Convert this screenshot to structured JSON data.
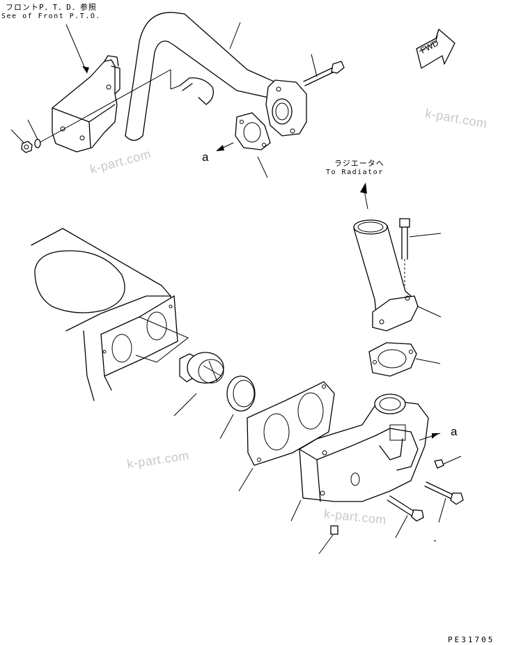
{
  "labels": {
    "pto_ref_jp": "フロントP．T．D．参照",
    "pto_ref_en": "See of Front P.T.O.",
    "radiator_jp": "ラジエータへ",
    "radiator_en": "To Radiator",
    "callout_a_top": "a",
    "callout_a_right": "a",
    "fwd": "FWD",
    "drawing_code": "PE31705"
  },
  "watermarks": [
    "k-part.com",
    "k-part.com",
    "k-part.com",
    "k-part.com"
  ]
}
